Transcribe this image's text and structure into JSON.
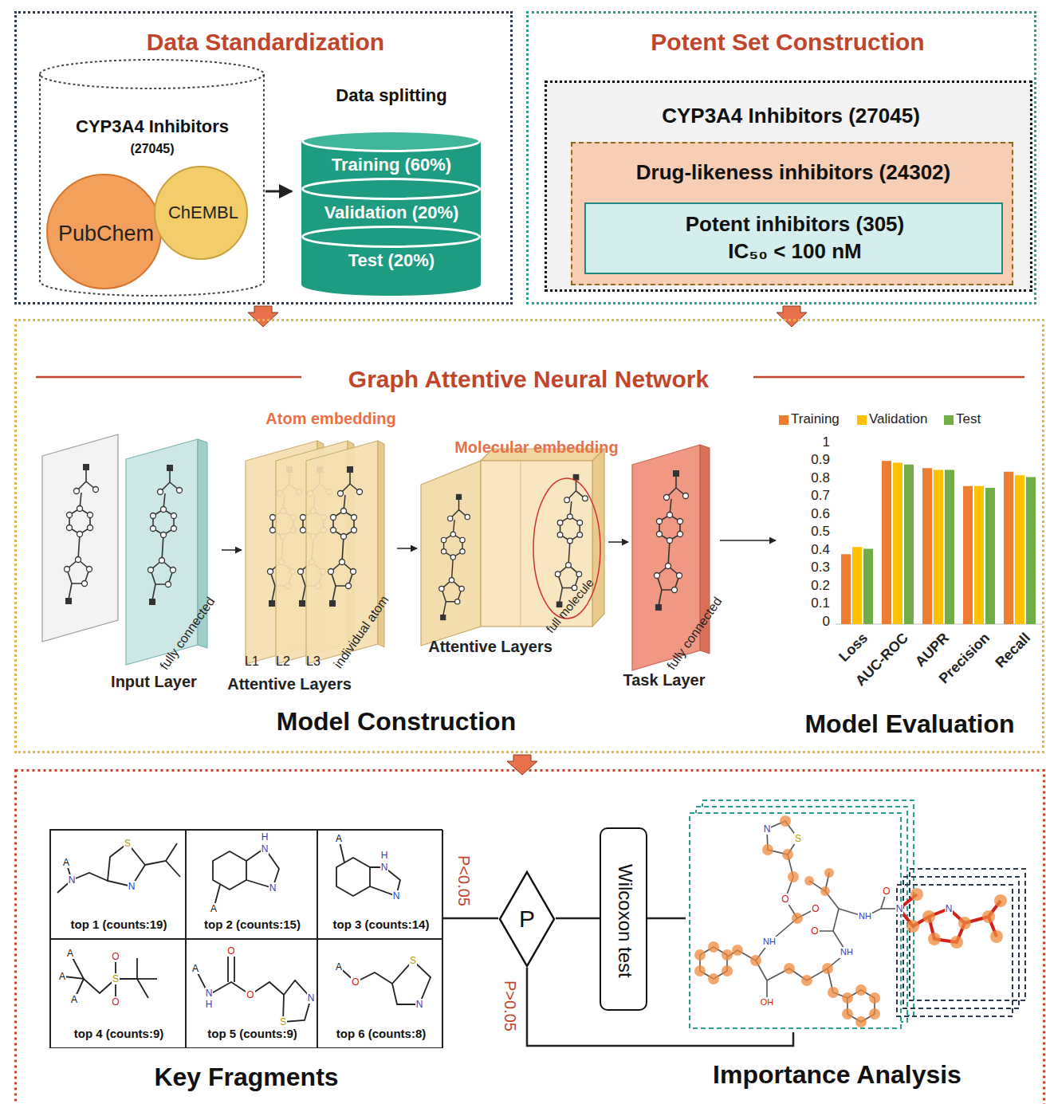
{
  "diagram": {
    "nodes": [
      {
        "text": [
          "Data Standardization"
        ]
      },
      {
        "text": [
          "CYP3A4 Inhibitors",
          "(27045)"
        ],
        "in": 0
      },
      {
        "text": [
          "PubChem"
        ],
        "in": 1
      },
      {
        "text": [
          "ChEMBL"
        ],
        "in": 1
      },
      {
        "text": [
          "Data splitting"
        ],
        "in": 0
      },
      {
        "text": [
          "Training (60%)"
        ],
        "in": 4
      },
      {
        "text": [
          "Validation (20%)"
        ],
        "in": 4
      },
      {
        "text": [
          "Test (20%)"
        ],
        "in": 4
      },
      {
        "text": [
          "Potent Set Construction"
        ]
      },
      {
        "text": [
          "CYP3A4 Inhibitors (27045)"
        ],
        "in": 8
      },
      {
        "text": [
          "Drug-likeness inhibitors (24302)"
        ],
        "in": 9
      },
      {
        "text": [
          "Potent inhibitors (305)",
          "IC₅₀ < 100 nM"
        ],
        "in": 10
      },
      {
        "text": [
          "Graph Attentive Neural Network"
        ]
      },
      {
        "text": [
          "fully connected",
          "Input Layer"
        ],
        "in": 12
      },
      {
        "text": [
          "Atom embedding",
          "L1",
          "L2",
          "L3",
          "individual atom",
          "Attentive Layers"
        ],
        "in": 12
      },
      {
        "text": [
          "Molecular embedding",
          "full molecule",
          "Attentive Layers"
        ],
        "in": 12
      },
      {
        "text": [
          "fully connected",
          "Task Layer"
        ],
        "in": 12
      },
      {
        "text": [
          "Model Evaluation"
        ],
        "in": 12
      },
      {
        "text": [
          "Key Fragments"
        ]
      },
      {
        "text": [
          "top 1 (counts:19)"
        ],
        "in": 18
      },
      {
        "text": [
          "top 2 (counts:15)"
        ],
        "in": 18
      },
      {
        "text": [
          "top 3 (counts:14)"
        ],
        "in": 18
      },
      {
        "text": [
          "top 4 (counts:9)"
        ],
        "in": 18
      },
      {
        "text": [
          "top 5 (counts:9)"
        ],
        "in": 18
      },
      {
        "text": [
          "top 6 (counts:8)"
        ],
        "in": 18
      },
      {
        "text": [
          "P"
        ]
      },
      {
        "text": [
          "Wilcoxon test"
        ]
      },
      {
        "text": [
          "Importance Analysis"
        ]
      }
    ],
    "edges": [
      {
        "from": 0,
        "to": 12,
        "arrow": "to"
      },
      {
        "from": 8,
        "to": 12,
        "arrow": "to"
      },
      {
        "from": 1,
        "to": 4,
        "arrow": "to"
      },
      {
        "from": 13,
        "to": 14,
        "arrow": "to"
      },
      {
        "from": 14,
        "to": 15,
        "arrow": "to"
      },
      {
        "from": 15,
        "to": 16,
        "arrow": "to"
      },
      {
        "from": 16,
        "to": 17,
        "arrow": "to"
      },
      {
        "from": 27,
        "to": 26,
        "arrow": "none"
      },
      {
        "from": 26,
        "to": 25,
        "arrow": "none"
      },
      {
        "from": 25,
        "to": 18,
        "arrow": "none",
        "label": "P<0.05"
      },
      {
        "from": 25,
        "to": 27,
        "arrow": "none",
        "label": "P>0.05"
      }
    ],
    "labels": [
      "Model Construction",
      "1",
      "0.9",
      "0.8",
      "0.7",
      "0.6",
      "0.5",
      "0.4",
      "0.3",
      "0.2",
      "0.1",
      "0",
      "Loss",
      "AUC-ROC",
      "AUPR",
      "Precision",
      "Recall",
      "A",
      "N",
      "S",
      "N",
      "H",
      "N",
      "N",
      "A",
      "A",
      "H",
      "N",
      "N",
      "A",
      "A",
      "A",
      "S",
      "O",
      "O",
      "A",
      "N",
      "H",
      "O",
      "O",
      "S",
      "N",
      "A",
      "O",
      "S",
      "N",
      "N",
      "S",
      "O",
      "O",
      "NH",
      "OH",
      "NH",
      "O",
      "NH",
      "O",
      "N",
      "N"
    ],
    "legend": [
      {
        "text": "Training",
        "color": "#ed7d31"
      },
      {
        "text": "Validation",
        "color": "#ffc000"
      },
      {
        "text": "Test",
        "color": "#70ad47"
      }
    ]
  }
}
